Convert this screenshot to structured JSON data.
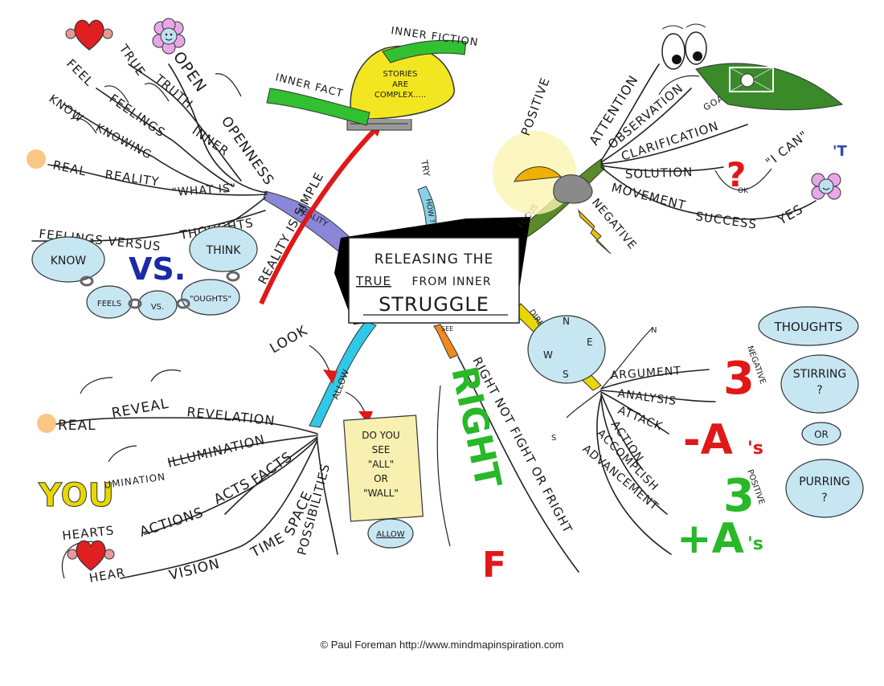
{
  "center": {
    "line1": "RELEASING THE",
    "true_word": "TRUE",
    "line2": "FROM INNER",
    "line3": "STRUGGLE"
  },
  "branches": {
    "reality": "REALITY",
    "focus": "FOCUS",
    "direction": "DIRECTION",
    "see": "SEE",
    "allow": "ALLOW",
    "how": "HOW ?",
    "try": "TRY"
  },
  "reality_side": {
    "open": "OPEN",
    "openness": "OPENNESS",
    "true": "TRUE",
    "truth": "TRUTH",
    "inner": "INNER",
    "feel": "FEEL",
    "feelings": "FEELINGS",
    "know": "KNOW",
    "knowing": "KNOWING",
    "real": "REAL",
    "reality": "REALITY",
    "what_is": "\"WHAT IS\"",
    "feelings_versus": "FEELINGS VERSUS",
    "thoughts": "THOUGHTS",
    "cloud_know": "KNOW",
    "cloud_think": "THINK",
    "vs_big": "VS.",
    "cloud_feels": "FEELS",
    "cloud_vs": "VS.",
    "cloud_oughts": "\"OUGHTS\"",
    "reality_is_simple": "REALITY IS SIMPLE"
  },
  "book": {
    "inner_fiction": "INNER FICTION",
    "inner_fact": "INNER FACT",
    "stories": [
      "STORIES",
      "ARE",
      "COMPLEX....."
    ]
  },
  "focus_side": {
    "positive": "POSITIVE",
    "negative": "NEGATIVE",
    "attention": "ATTENTION",
    "observation": "OBSERVATION",
    "goal": "GOAL",
    "clarification": "CLARIFICATION",
    "solution": "SOLUTION",
    "movement": "MOVEMENT",
    "success": "SUCCESS",
    "yes": "YES",
    "i_can": "\"I CAN\"",
    "t": "'T",
    "ok": "OK"
  },
  "direction_side": {
    "n": "N",
    "e": "E",
    "w": "W",
    "s": "S",
    "n_small": "N",
    "s_small": "S",
    "argument": "ARGUMENT",
    "analysis": "ANALYSIS",
    "attack": "ATTACK",
    "action": "ACTION",
    "accomplish": "ACCOMPLISH",
    "advancement": "ADVANCEMENT",
    "three_neg": "3",
    "a_neg": "-A",
    "s_neg": "'s",
    "negative_label": "NEGATIVE",
    "three_pos": "3",
    "a_pos": "+A",
    "s_pos": "'s",
    "positive_label": "POSITIVE",
    "thoughts": "THOUGHTS",
    "stirring": "STIRRING",
    "q1": "?",
    "or": "OR",
    "purring": "PURRING",
    "q2": "?"
  },
  "see_side": {
    "right_not_fight": "RIGHT NOT FIGHT OR FRIGHT",
    "right_big": "RIGHT",
    "f_big": "F"
  },
  "allow_side": {
    "look": "LOOK",
    "note": [
      "DO YOU",
      "SEE",
      "\"ALL\"",
      "OR",
      "\"WALL\""
    ],
    "allow_tag": "ALLOW",
    "real": "REAL",
    "reveal": "REVEAL",
    "revelation": "REVELATION",
    "you": "YOU",
    "umination": "UMINATION",
    "illumination": "ILLUMINATION",
    "facts": "FACTS",
    "acts": "ACTS",
    "actions": "ACTIONS",
    "hearts": "HEARTS",
    "hear": "HEAR",
    "vision": "VISION",
    "time": "TIME",
    "space": "SPACE",
    "possibilities": "POSSIBILITIES"
  },
  "footer": "© Paul Foreman http://www.mindmapinspiration.com",
  "colors": {
    "reality": "#8a86d8",
    "focus": "#5a8a2a",
    "direction": "#e8d800",
    "see": "#f08a20",
    "allow": "#30c8e8",
    "how": "#88d0e8",
    "cloud": "#c6e6f2",
    "red": "#e01818",
    "green": "#28b828"
  }
}
